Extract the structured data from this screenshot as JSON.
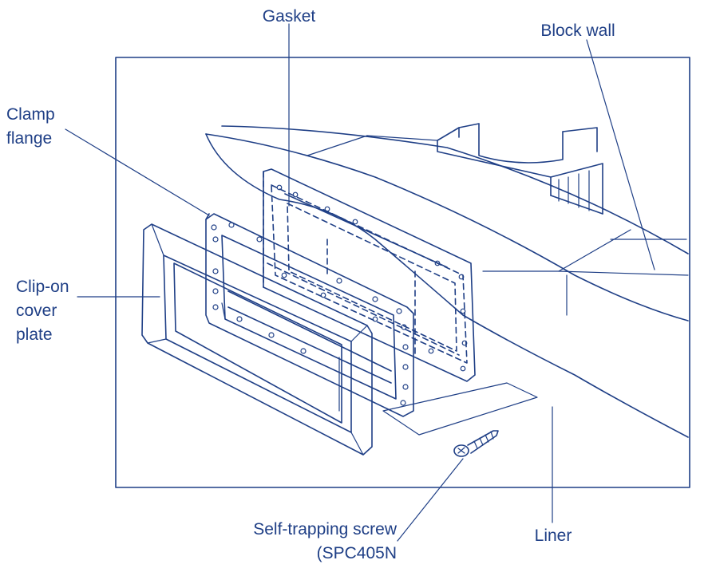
{
  "colors": {
    "line": "#1f3f86",
    "text": "#1f3f86",
    "background": "#ffffff"
  },
  "labels": {
    "gasket": "Gasket",
    "block_wall": "Block wall",
    "clamp_flange_1": "Clamp",
    "clamp_flange_2": "flange",
    "clip_on_1": "Clip-on",
    "clip_on_2": "cover",
    "clip_on_3": "plate",
    "screw_1": "Self-trapping screw",
    "screw_2": "(SPC405N",
    "liner": "Liner"
  }
}
